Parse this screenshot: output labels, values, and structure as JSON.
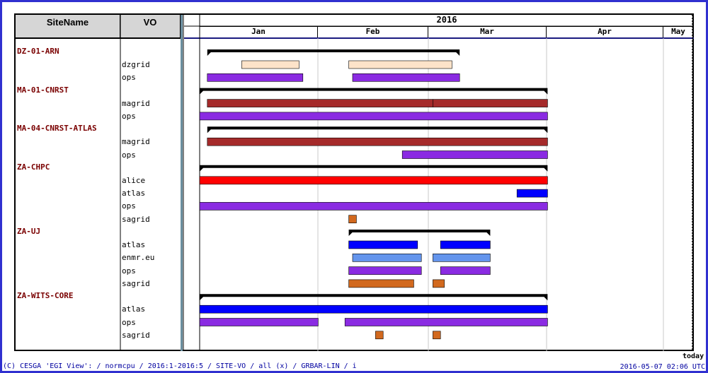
{
  "header": {
    "site_col": "SiteName",
    "vo_col": "VO",
    "year": "2016"
  },
  "months": [
    "Jan",
    "Feb",
    "Mar",
    "Apr",
    "May"
  ],
  "today_label": "today",
  "footer": {
    "left": "(C) CESGA 'EGI View': / normcpu / 2016:1-2016:5 / SITE-VO / all (x) / GRBAR-LIN / i",
    "right": "2016-05-07 02:06 UTC"
  },
  "colors": {
    "frame": "#3030d0",
    "site_text": "#7a0000",
    "dzgrid": "#fde3c9",
    "ops": "#8a2be2",
    "magrid": "#a52a2a",
    "alice": "#ff0000",
    "atlas": "#0000ff",
    "sagrid": "#d2691e",
    "enmr.eu": "#6495ed",
    "summary": "#000000"
  },
  "sites": [
    {
      "name": "DZ-01-ARN",
      "summary": [
        "2016-01-03",
        "2016-03-08"
      ],
      "vos": [
        {
          "name": "dzgrid",
          "bars": [
            [
              "2016-01-12",
              "2016-01-26"
            ],
            [
              "2016-02-09",
              "2016-03-06"
            ]
          ]
        },
        {
          "name": "ops",
          "bars": [
            [
              "2016-01-03",
              "2016-01-27"
            ],
            [
              "2016-02-10",
              "2016-03-08"
            ]
          ]
        }
      ]
    },
    {
      "name": "MA-01-CNRST",
      "summary": [
        "2016-01-01",
        "2016-03-31"
      ],
      "vos": [
        {
          "name": "magrid",
          "bars": [
            [
              "2016-01-03",
              "2016-03-01"
            ],
            [
              "2016-03-02",
              "2016-03-31"
            ]
          ]
        },
        {
          "name": "ops",
          "bars": [
            [
              "2016-01-01",
              "2016-03-31"
            ]
          ]
        }
      ]
    },
    {
      "name": "MA-04-CNRST-ATLAS",
      "summary": [
        "2016-01-03",
        "2016-03-31"
      ],
      "vos": [
        {
          "name": "magrid",
          "bars": [
            [
              "2016-01-03",
              "2016-03-31"
            ]
          ]
        },
        {
          "name": "ops",
          "bars": [
            [
              "2016-02-23",
              "2016-03-31"
            ]
          ]
        }
      ]
    },
    {
      "name": "ZA-CHPC",
      "summary": [
        "2016-01-01",
        "2016-03-31"
      ],
      "vos": [
        {
          "name": "alice",
          "bars": [
            [
              "2016-01-01",
              "2016-03-31"
            ]
          ]
        },
        {
          "name": "atlas",
          "bars": [
            [
              "2016-03-24",
              "2016-03-31"
            ]
          ]
        },
        {
          "name": "ops",
          "bars": [
            [
              "2016-01-01",
              "2016-03-31"
            ]
          ]
        },
        {
          "name": "sagrid",
          "bars": [
            [
              "2016-02-09",
              "2016-02-10"
            ]
          ]
        }
      ]
    },
    {
      "name": "ZA-UJ",
      "summary": [
        "2016-02-09",
        "2016-03-16"
      ],
      "vos": [
        {
          "name": "atlas",
          "bars": [
            [
              "2016-02-09",
              "2016-02-26"
            ],
            [
              "2016-03-04",
              "2016-03-16"
            ]
          ]
        },
        {
          "name": "enmr.eu",
          "bars": [
            [
              "2016-02-10",
              "2016-02-27"
            ],
            [
              "2016-03-02",
              "2016-03-16"
            ]
          ]
        },
        {
          "name": "ops",
          "bars": [
            [
              "2016-02-09",
              "2016-02-27"
            ],
            [
              "2016-03-04",
              "2016-03-16"
            ]
          ]
        },
        {
          "name": "sagrid",
          "bars": [
            [
              "2016-02-09",
              "2016-02-25"
            ],
            [
              "2016-03-02",
              "2016-03-04"
            ]
          ]
        }
      ]
    },
    {
      "name": "ZA-WITS-CORE",
      "summary": [
        "2016-01-01",
        "2016-03-31"
      ],
      "vos": [
        {
          "name": "atlas",
          "bars": [
            [
              "2016-01-01",
              "2016-03-31"
            ]
          ]
        },
        {
          "name": "ops",
          "bars": [
            [
              "2016-01-01",
              "2016-01-31"
            ],
            [
              "2016-02-08",
              "2016-03-31"
            ]
          ]
        },
        {
          "name": "sagrid",
          "bars": [
            [
              "2016-02-16",
              "2016-02-17"
            ],
            [
              "2016-03-02",
              "2016-03-03"
            ]
          ]
        }
      ]
    }
  ]
}
